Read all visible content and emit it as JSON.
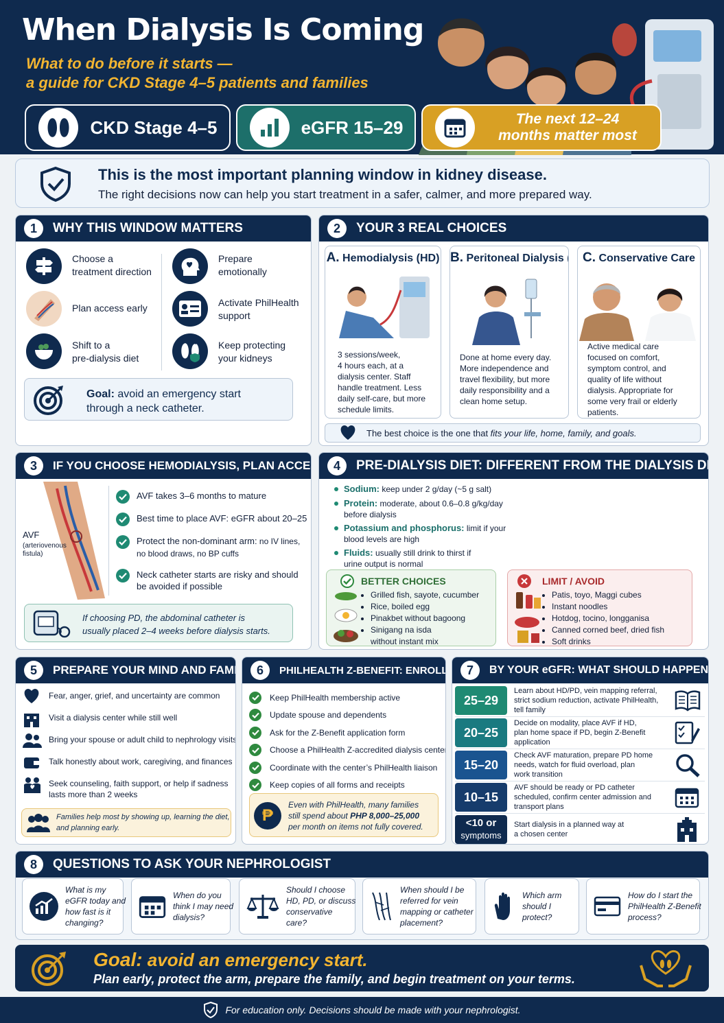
{
  "header": {
    "title": "When Dialysis Is Coming",
    "subtitle_line1": "What to do before it starts —",
    "subtitle_line2": "a guide for CKD Stage 4–5 patients and families",
    "pills": [
      {
        "label": "CKD Stage 4–5",
        "icon": "kidney-icon"
      },
      {
        "label": "eGFR 15–29",
        "icon": "bar-chart-icon"
      },
      {
        "label_line1": "The next 12–24",
        "label_line2": "months matter most",
        "icon": "calendar-icon"
      }
    ]
  },
  "banner": {
    "headline": "This is the most important planning window in kidney disease.",
    "text": "The right decisions now can help you start treatment in a safer, calmer, and more prepared way."
  },
  "s1": {
    "num": "1",
    "title": "WHY THIS WINDOW MATTERS",
    "items": [
      {
        "l1": "Choose a",
        "l2": "treatment direction"
      },
      {
        "l1": "Prepare",
        "l2": "emotionally"
      },
      {
        "l1": "Plan access early",
        "l2": ""
      },
      {
        "l1": "Activate PhilHealth",
        "l2": "support"
      },
      {
        "l1": "Shift to a",
        "l2": "pre-dialysis diet"
      },
      {
        "l1": "Keep protecting",
        "l2": "your kidneys"
      }
    ],
    "goal_label": "Goal:",
    "goal_text": "avoid an emergency start",
    "goal_text2": "through a neck catheter."
  },
  "s2": {
    "num": "2",
    "title": "YOUR 3 REAL CHOICES",
    "choices": [
      {
        "letter": "A.",
        "name": "Hemodialysis (HD)",
        "lines": [
          "3 sessions/week,",
          "4 hours each, at a",
          "dialysis center. Staff",
          "handle treatment. Less",
          "daily self-care, but more",
          "schedule limits."
        ]
      },
      {
        "letter": "B.",
        "name": "Peritoneal Dialysis (PD)",
        "lines": [
          "Done at home every day.",
          "More independence and",
          "travel flexibility, but more",
          "daily responsibility and a",
          "clean home setup."
        ]
      },
      {
        "letter": "C.",
        "name": "Conservative Care",
        "lines": [
          "Active medical care",
          "focused on comfort,",
          "symptom control, and",
          "quality of life without",
          "dialysis. Appropriate for",
          "some very frail or elderly",
          "patients."
        ]
      }
    ],
    "footer_a": "The best choice is the one that ",
    "footer_b": "fits your life, home, family, and goals."
  },
  "s3": {
    "num": "3",
    "title": "IF YOU CHOOSE HEMODIALYSIS, PLAN ACCESS NOW",
    "arm_label": "AVF",
    "arm_sub1": "(arteriovenous",
    "arm_sub2": "fistula)",
    "items": [
      {
        "a": "AVF takes 3–6 months to mature",
        "b": ""
      },
      {
        "a": "Best time to place AVF: eGFR about 20–25",
        "b": ""
      },
      {
        "a": "Protect the non-dominant arm:",
        "a2": " no IV lines,",
        "b": "no blood draws, no BP cuffs"
      },
      {
        "a": "Neck catheter starts are risky and should",
        "b": "be avoided if possible"
      }
    ],
    "pd_a": "If choosing PD,",
    "pd_b": " the abdominal catheter is",
    "pd_c": "usually placed 2–4 weeks before dialysis starts."
  },
  "s4": {
    "num": "4",
    "title": "PRE-DIALYSIS DIET: DIFFERENT FROM THE DIALYSIS DIET",
    "items": [
      {
        "k": "Sodium:",
        "v": "keep under 2 g/day (~5 g salt)",
        "v2": ""
      },
      {
        "k": "Protein:",
        "v": "moderate, about 0.6–0.8 g/kg/day",
        "v2": "before dialysis"
      },
      {
        "k": "Potassium and phosphorus:",
        "v": "limit if your",
        "v2": "blood levels are high"
      },
      {
        "k": "Fluids:",
        "v": "usually still drink to thirst if",
        "v2": "urine output is normal"
      }
    ],
    "better_title": "BETTER CHOICES",
    "better": [
      "Grilled fish, sayote, cucumber",
      "Rice, boiled egg",
      "Pinakbet without bagoong",
      "Sinigang na isda",
      "without instant mix"
    ],
    "limit_title": "LIMIT / AVOID",
    "limit": [
      "Patis, toyo, Maggi cubes",
      "Instant noodles",
      "Hotdog, tocino, longganisa",
      "Canned corned beef, dried fish",
      "Soft drinks"
    ]
  },
  "s5": {
    "num": "5",
    "title": "PREPARE YOUR MIND AND FAMILY",
    "items": [
      {
        "a": "Fear, anger, grief, and uncertainty are common",
        "b": "",
        "icon": "heart-icon"
      },
      {
        "a": "Visit a dialysis center while still well",
        "b": "",
        "icon": "building-icon"
      },
      {
        "a": "Bring your spouse or adult child to nephrology visits",
        "b": "",
        "icon": "people-icon"
      },
      {
        "a": "Talk honestly about work, caregiving, and finances",
        "b": "",
        "icon": "wallet-icon"
      },
      {
        "a": "Seek counseling, faith support, or help if sadness",
        "b": "lasts more than 2 weeks",
        "icon": "support-icon"
      }
    ],
    "note1": "Families help most by showing up, learning the diet,",
    "note2": "and planning early."
  },
  "s6": {
    "num": "6",
    "title": "PHILHEALTH Z-BENEFIT: ENROLL EARLY",
    "items": [
      "Keep PhilHealth membership active",
      "Update spouse and dependents",
      "Ask for the Z-Benefit application form",
      "Choose a PhilHealth Z-accredited dialysis center",
      "Coordinate with the center’s PhilHealth liaison",
      "Keep copies of all forms and receipts"
    ],
    "note1": "Even with PhilHealth, many families",
    "note2a": "still spend about ",
    "note2b": "PHP 8,000–25,000",
    "note3": "per month on items not fully covered."
  },
  "s7": {
    "num": "7",
    "title": "BY YOUR eGFR: WHAT SHOULD HAPPEN NEXT?",
    "rows": [
      {
        "range": "25–29",
        "range2": "",
        "color": "#1f8a73",
        "l": [
          "Learn about HD/PD, vein mapping referral,",
          "strict sodium reduction, activate PhilHealth,",
          "tell family"
        ],
        "icon": "book-icon"
      },
      {
        "range": "20–25",
        "range2": "",
        "color": "#1a7a80",
        "l": [
          "Decide on modality, place AVF if HD,",
          "plan home space if PD, begin Z-Benefit",
          "application"
        ],
        "icon": "checklist-icon"
      },
      {
        "range": "15–20",
        "range2": "",
        "color": "#1a5490",
        "l": [
          "Check AVF maturation, prepare PD home",
          "needs, watch for fluid overload, plan",
          "work transition"
        ],
        "icon": "magnifier-icon"
      },
      {
        "range": "10–15",
        "range2": "",
        "color": "#163c6c",
        "l": [
          "AVF should be ready or PD catheter",
          "scheduled, confirm center admission and",
          "transport plans"
        ],
        "icon": "calendar-icon"
      },
      {
        "range": "<10 or",
        "range2": "symptoms",
        "color": "#0f2a4e",
        "l": [
          "Start dialysis in a planned way at",
          "a chosen center"
        ],
        "icon": "hospital-icon"
      }
    ]
  },
  "s8": {
    "num": "8",
    "title": "QUESTIONS TO ASK YOUR NEPHROLOGIST",
    "qs": [
      {
        "l": [
          "What is my",
          "eGFR today and",
          "how fast is it",
          "changing?"
        ],
        "icon": "trend-icon"
      },
      {
        "l": [
          "When do you",
          "think I may need",
          "dialysis?"
        ],
        "icon": "calendar-icon"
      },
      {
        "l": [
          "Should I choose",
          "HD, PD, or discuss",
          "conservative",
          "care?"
        ],
        "icon": "scale-icon"
      },
      {
        "l": [
          "When should I be",
          "referred for vein",
          "mapping or catheter",
          "placement?"
        ],
        "icon": "vein-icon"
      },
      {
        "l": [
          "Which arm",
          "should I",
          "protect?"
        ],
        "icon": "hand-icon"
      },
      {
        "l": [
          "How do I start the",
          "PhilHealth Z-Benefit",
          "process?"
        ],
        "icon": "card-icon"
      }
    ]
  },
  "goalbar": {
    "label": "Goal:",
    "text": "avoid an emergency start.",
    "line2": "Plan early, protect the arm, prepare the family, and begin treatment on your terms."
  },
  "footer": {
    "text": "For education only. Decisions should be made with your nephrologist."
  },
  "colors": {
    "navy": "#0f2a4e",
    "teal": "#1f8a73",
    "gold": "#d8a024",
    "red": "#c8383a"
  }
}
